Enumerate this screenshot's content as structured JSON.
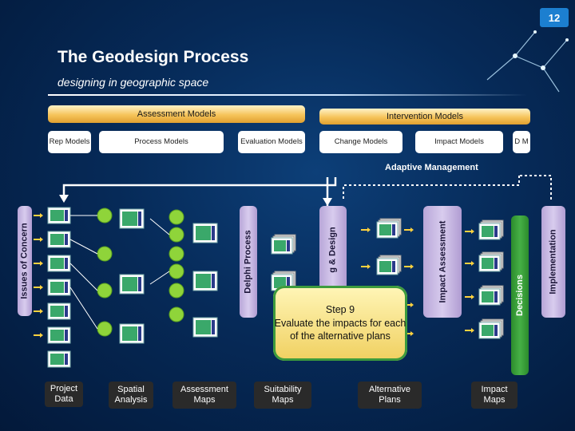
{
  "page_number": "12",
  "title": "The Geodesign Process",
  "subtitle": "designing in geographic space",
  "top_bars": {
    "assessment": "Assessment Models",
    "intervention": "Intervention Models"
  },
  "model_boxes": {
    "rep": "Rep Models",
    "process": "Process Models",
    "evaluation": "Evaluation Models",
    "change": "Change Models",
    "impact": "Impact Models",
    "dm": "D M"
  },
  "adaptive_management": "Adaptive Management",
  "vertical_bars": {
    "issues": "Issues of Concern",
    "delphi": "Delphi Process",
    "planning": "g & Design",
    "impact_assessment": "Impact Assessment",
    "decisions": "Decisions",
    "implementation": "Implementation"
  },
  "step": {
    "heading": "Step 9",
    "text": "Evaluate the impacts for each of the alternative plans"
  },
  "bottom_labels": {
    "project_data": "Project Data",
    "spatial_analysis": "Spatial Analysis",
    "assessment_maps": "Assessment Maps",
    "suitability_maps": "Suitability Maps",
    "alternative_plans": "Alternative Plans",
    "impact_maps": "Impact Maps"
  },
  "colors": {
    "background": "#062a58",
    "accent_gold": "#f6c45a",
    "green": "#46b046",
    "purple": "#c8b8e6",
    "arrow": "#ffd23f"
  }
}
